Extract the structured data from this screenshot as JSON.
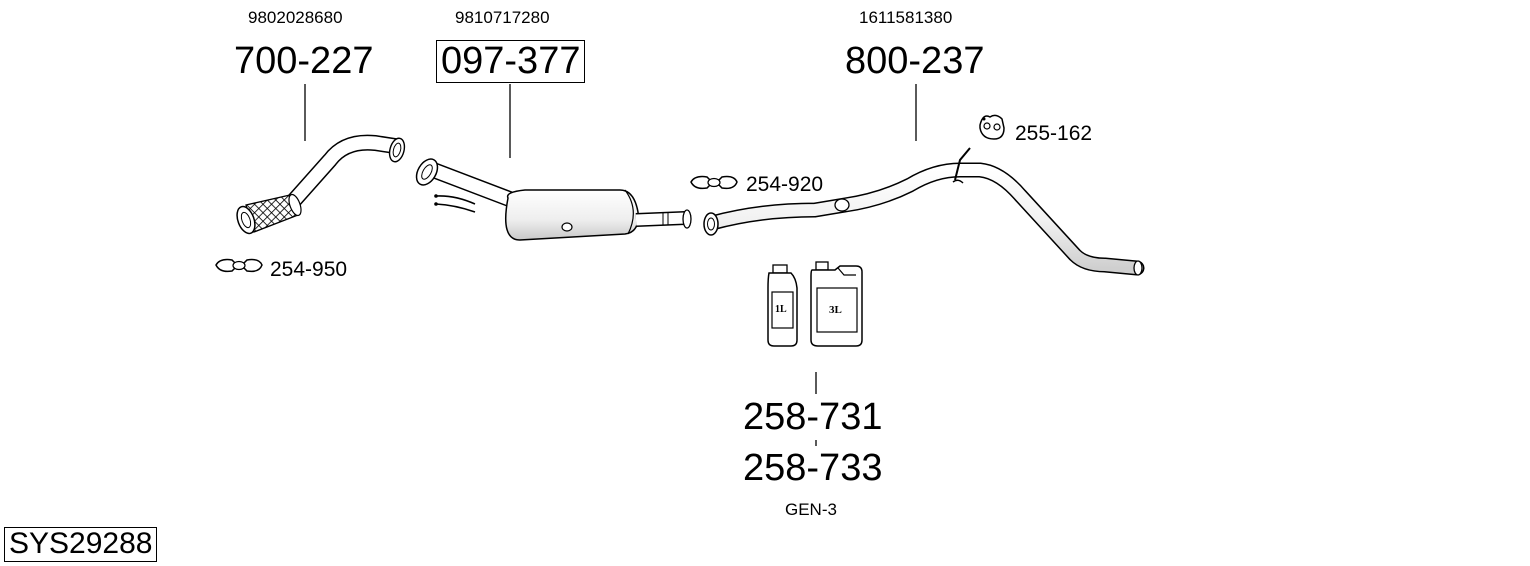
{
  "diagram_id": "SYS29288",
  "parts": [
    {
      "oem": "9802028680",
      "code": "700-227",
      "highlighted": false
    },
    {
      "oem": "9810717280",
      "code": "097-377",
      "highlighted": true
    },
    {
      "oem": "1611581380",
      "code": "800-237",
      "highlighted": false
    }
  ],
  "clamps": [
    {
      "code": "254-950"
    },
    {
      "code": "254-920"
    }
  ],
  "mount": {
    "code": "255-162"
  },
  "fluids": {
    "codes": [
      "258-731",
      "258-733"
    ],
    "type": "GEN-3",
    "bottle_labels": [
      "1L",
      "3L"
    ]
  },
  "colors": {
    "line": "#000000",
    "fill": "#ffffff",
    "shade": "#d9d9d9"
  }
}
